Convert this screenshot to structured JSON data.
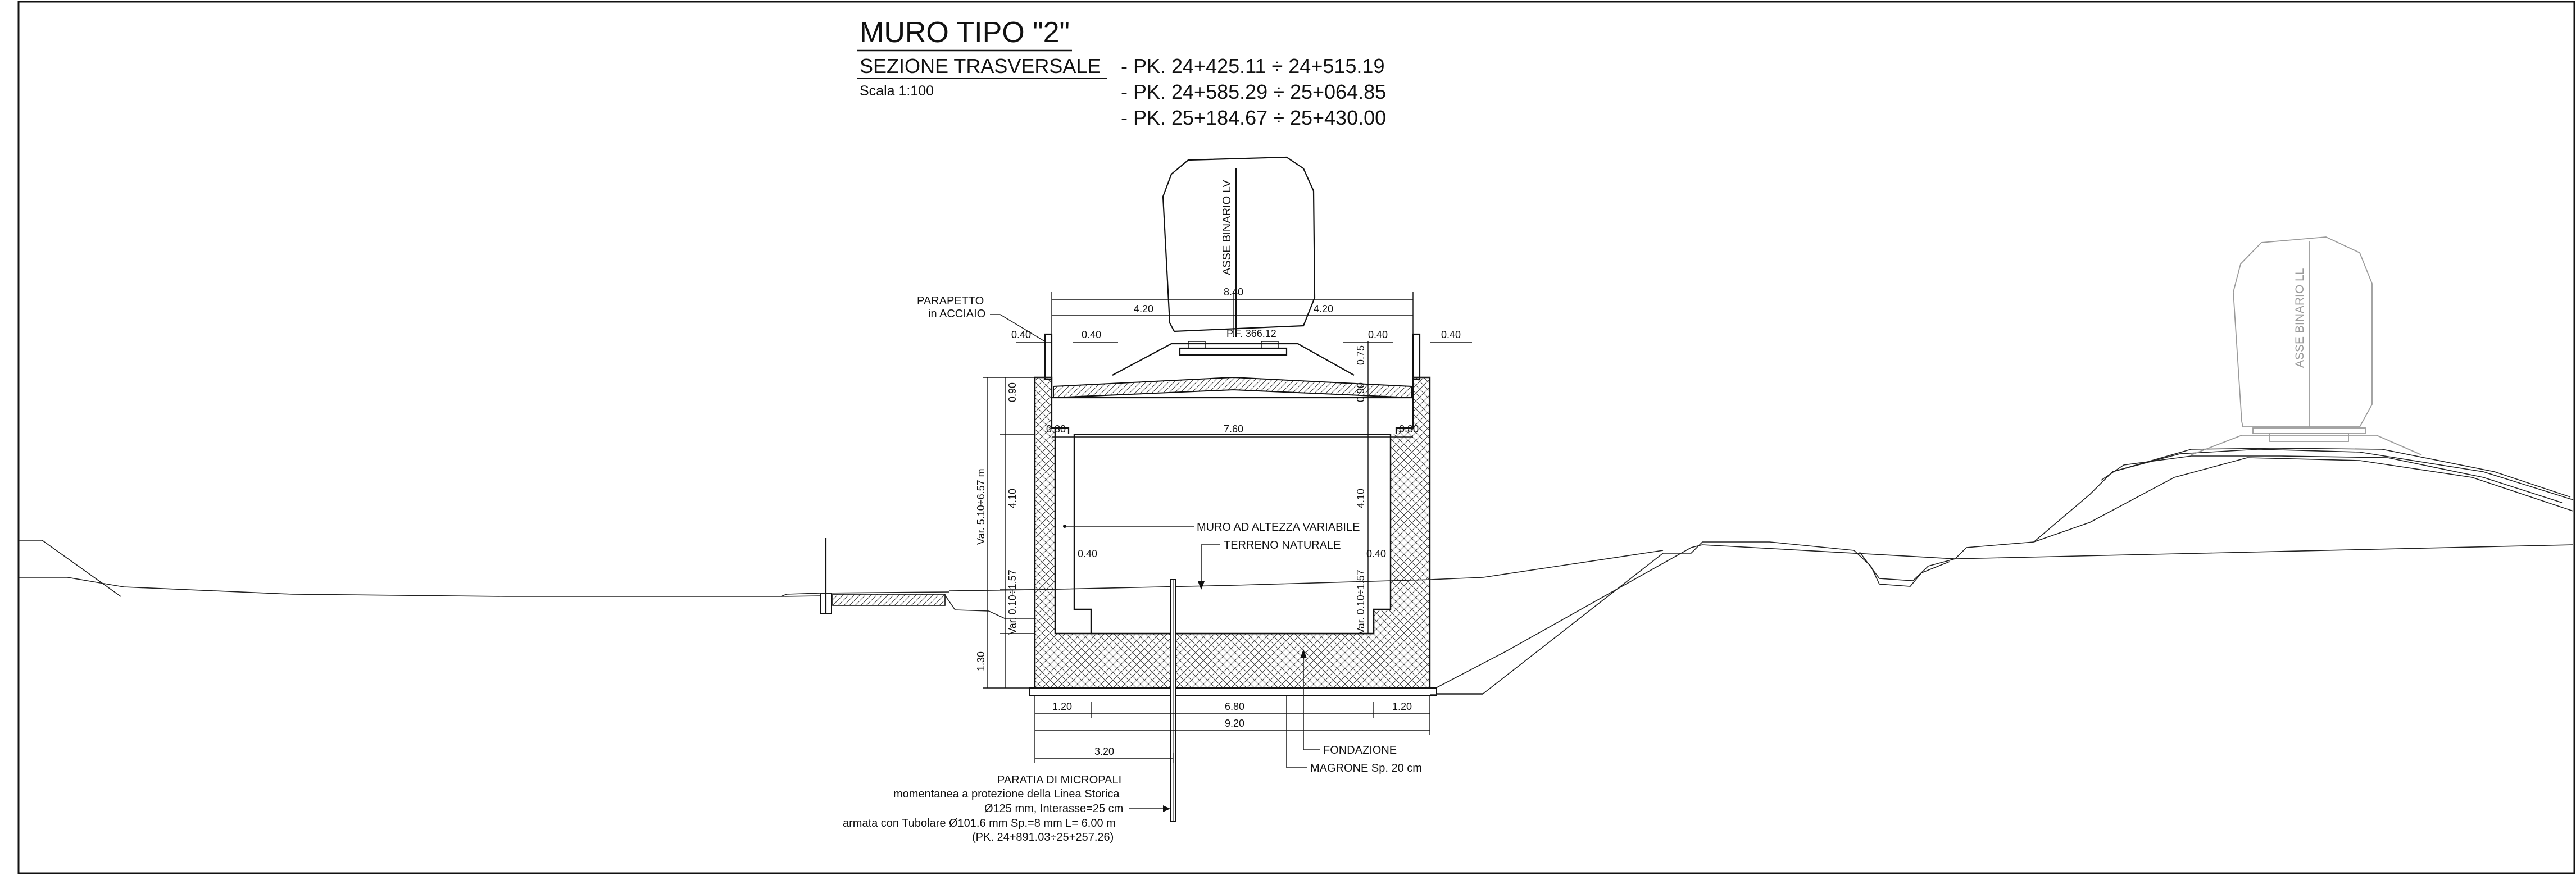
{
  "title": {
    "main": "MURO TIPO \"2\"",
    "section": "SEZIONE TRASVERSALE",
    "scale": "Scala 1:100",
    "ranges": [
      "-   PK. 24+425.11 ÷ 24+515.19",
      "-   PK. 24+585.29 ÷ 25+064.85",
      "-   PK. 25+184.67 ÷ 25+430.00"
    ]
  },
  "labels": {
    "asse_lv": "ASSE BINARIO LV",
    "asse_ll": "ASSE BINARIO LL",
    "parapetto": [
      "PARAPETTO",
      "in ACCIAIO"
    ],
    "pf": "P.F. 366.12",
    "muro": "MURO AD ALTEZZA VARIABILE",
    "terreno": "TERRENO NATURALE",
    "fondazione": "FONDAZIONE",
    "magrone": "MAGRONE Sp. 20 cm",
    "paratia": [
      "PARATIA DI MICROPALI",
      "momentanea a protezione della Linea Storica",
      "Ø125 mm, Interasse=25 cm",
      "armata con Tubolare Ø101.6 mm Sp.=8 mm L= 6.00 m",
      "(PK. 24+891.03÷25+257.26)"
    ]
  },
  "dimensions": {
    "d840": "8.40",
    "d420a": "4.20",
    "d420b": "4.20",
    "d040a": "0.40",
    "d040b": "0.40",
    "d040c": "0.40",
    "d040d": "0.40",
    "d075": "0.75",
    "d090a": "0.90",
    "d090b": "0.90",
    "d080a": "0.80",
    "d760": "7.60",
    "d080b": "0.80",
    "d410a": "4.10",
    "d410b": "4.10",
    "var510": "Var. 5.10÷6.57 m",
    "d040e": "0.40",
    "d040f": "0.40",
    "var010a": "Var. 0.10÷1.57",
    "var010b": "Var. 0.10÷1.57",
    "d130": "1.30",
    "d120a": "1.20",
    "d680": "6.80",
    "d120b": "1.20",
    "d920": "9.20",
    "d320": "3.20"
  }
}
